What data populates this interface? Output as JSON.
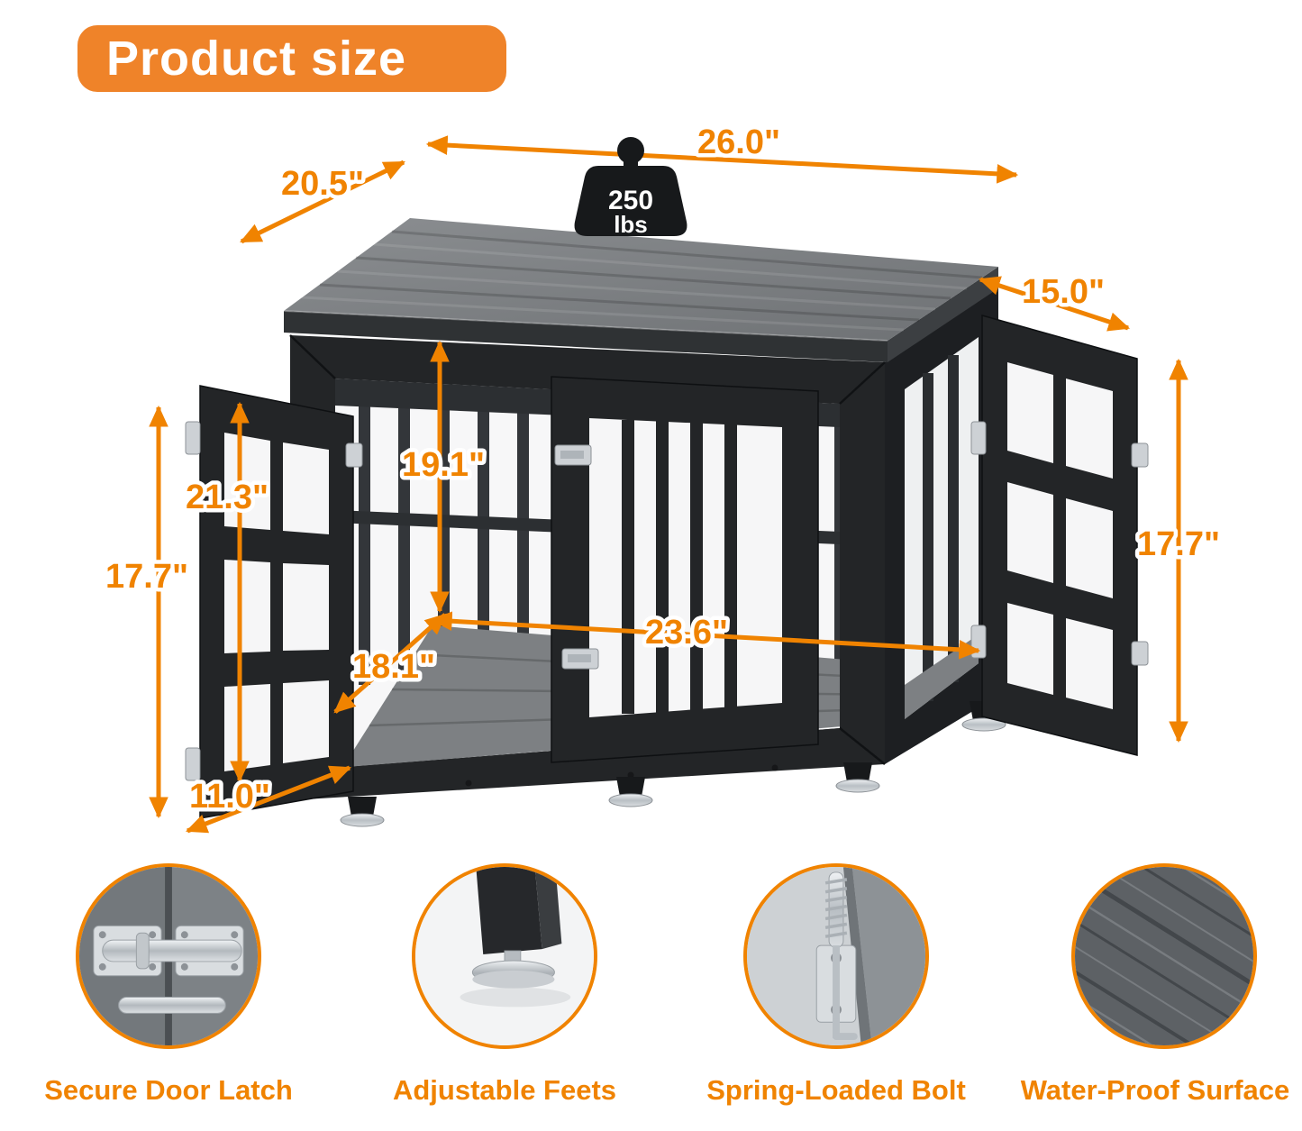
{
  "header": {
    "title": "Product size"
  },
  "weight_badge": {
    "value": "250",
    "unit": "lbs"
  },
  "dimensions": {
    "top_length": "26.0\"",
    "top_depth": "20.5\"",
    "right_door_width": "15.0\"",
    "left_door_height": "21.3\"",
    "inner_height": "19.1\"",
    "left_outer_height": "17.7\"",
    "right_outer_height": "17.7\"",
    "inner_width": "23.6\"",
    "inner_depth": "18.1\"",
    "left_door_width": "11.0\""
  },
  "features": [
    {
      "label": "Secure Door Latch"
    },
    {
      "label": "Adjustable Feets"
    },
    {
      "label": "Spring-Loaded Bolt"
    },
    {
      "label": "Water-Proof Surface"
    }
  ],
  "colors": {
    "accent": "#F08300",
    "banner": "#EF8329",
    "crate_black": "#232527",
    "wood_gray": "#7D8083",
    "hardware_silver": "#C9CDD1"
  }
}
